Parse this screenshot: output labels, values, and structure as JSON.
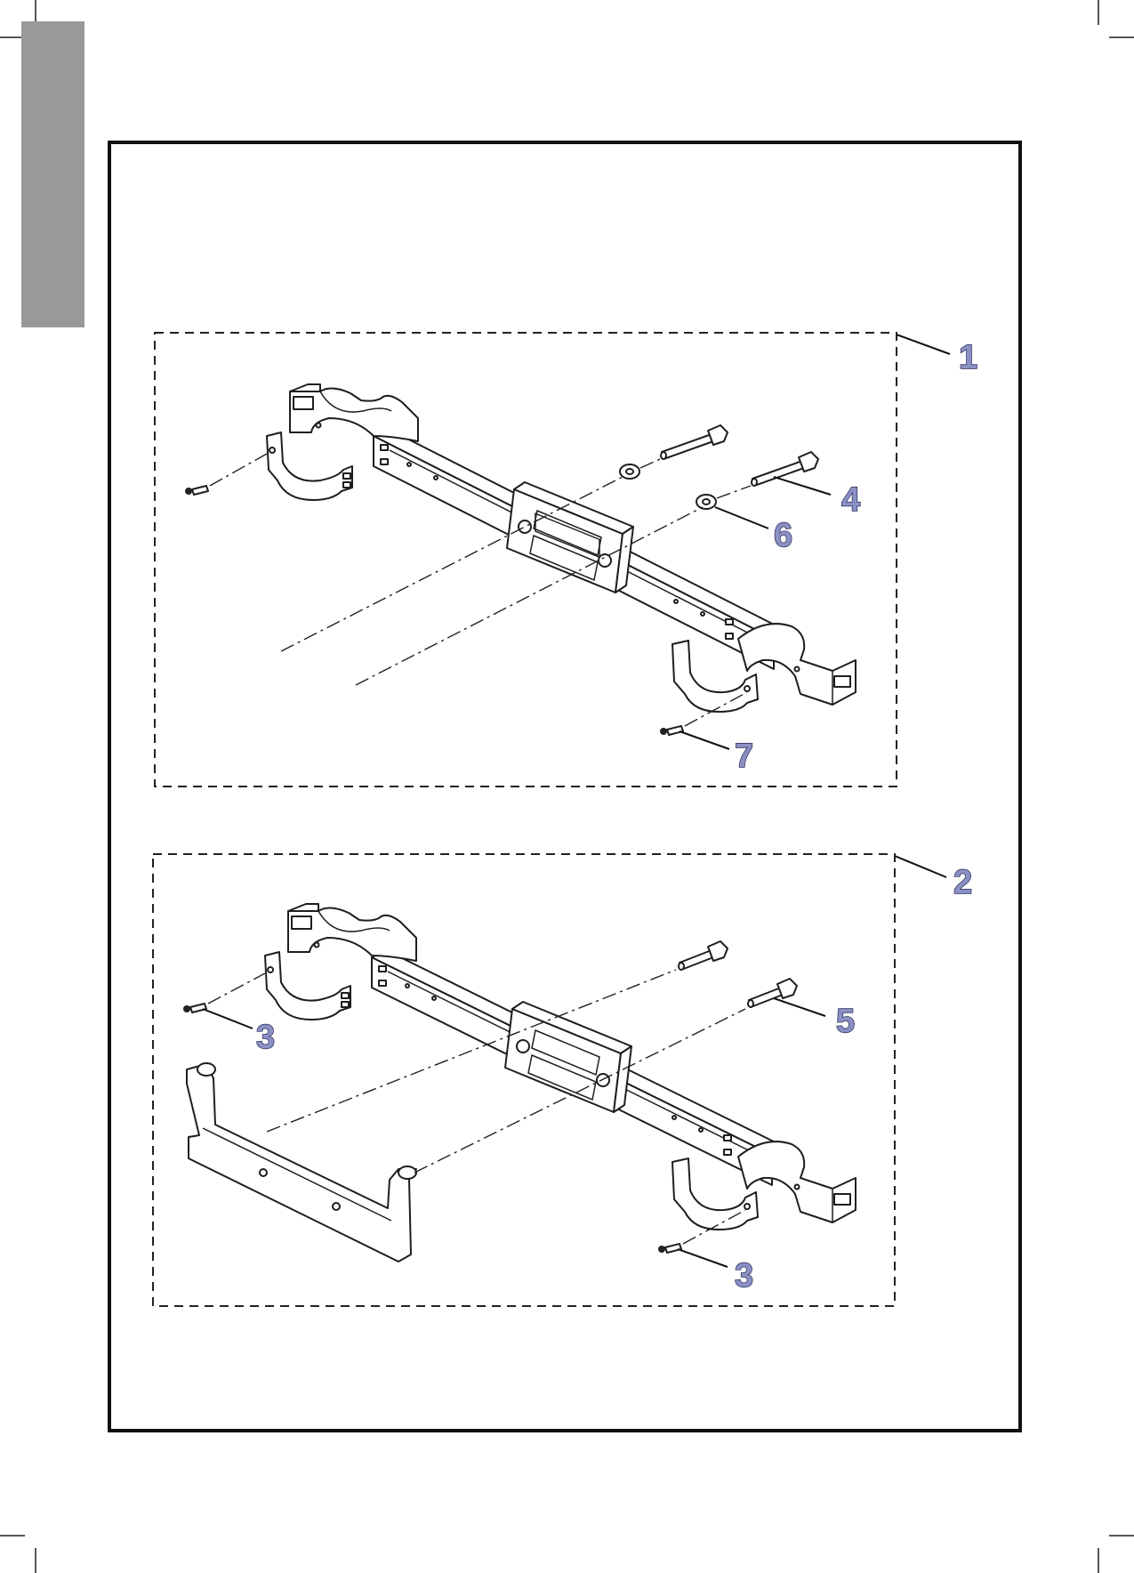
{
  "callouts": {
    "assembly_1": "1",
    "assembly_2": "2",
    "bolt_long": "4",
    "washer": "6",
    "screw_1": "7",
    "screw_left": "3",
    "bolt_short": "5",
    "screw_right": "3"
  },
  "colors": {
    "sidebar_tab": "#999999",
    "callout_fill": "#8a8fc4",
    "callout_outline": "#2a2a55"
  }
}
